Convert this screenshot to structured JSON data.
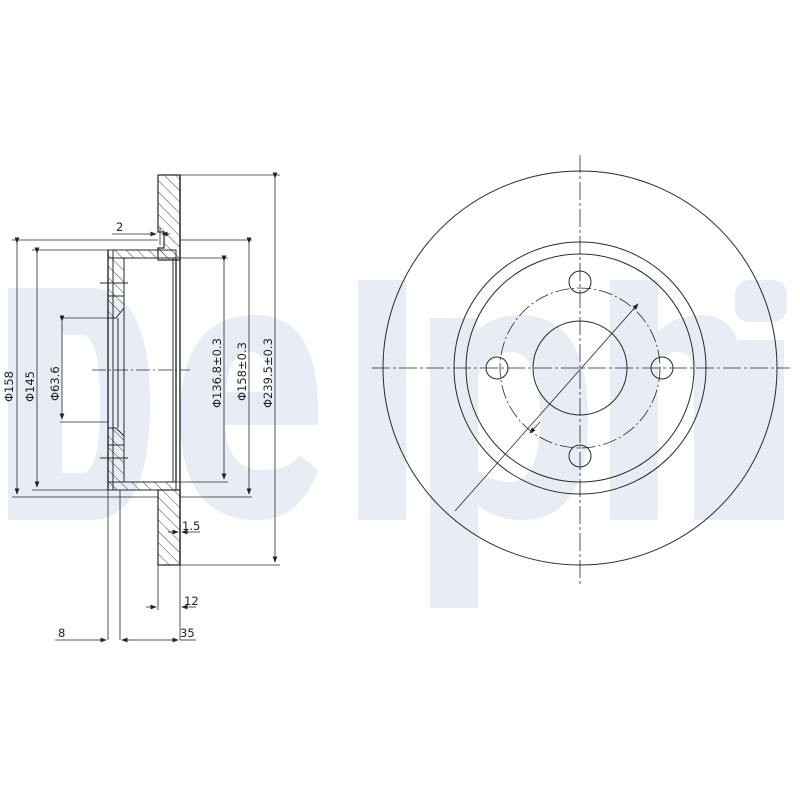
{
  "watermark": {
    "text": "Delphi",
    "color": "#e7ecf5"
  },
  "colors": {
    "line": "#2a2a2a",
    "background": "#ffffff"
  },
  "section_view": {
    "diameter_labels": {
      "d158_left": "Φ158",
      "d145": "Φ145",
      "d63_6": "Φ63.6",
      "d136_8": "Φ136.8±0.3",
      "d158_tol": "Φ158±0.3",
      "d239_5": "Φ239.5±0.3"
    },
    "linear_labels": {
      "offset_2": "2",
      "thickness_1_5": "1.5",
      "thickness_12": "12",
      "width_8": "8",
      "height_35": "35"
    }
  },
  "front_view": {
    "bolt_holes": 4,
    "outer_diameter": "239.5",
    "center_bore": "63.6"
  }
}
